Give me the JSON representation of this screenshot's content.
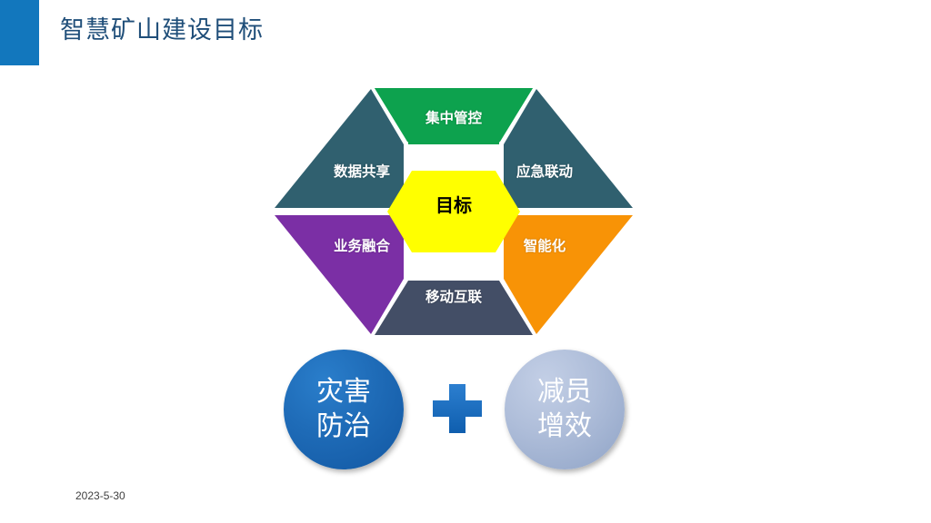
{
  "slide": {
    "title": "智慧矿山建设目标",
    "date": "2023-5-30",
    "accent_color": "#1277bd",
    "title_color": "#1F4E79",
    "background": "#ffffff"
  },
  "hex_diagram": {
    "center": {
      "label": "目标",
      "fill": "#FFFF00",
      "text_color": "#000000"
    },
    "segments": [
      {
        "id": "top",
        "label": "集中管控",
        "fill": "#0DA24E",
        "text_color": "#ffffff"
      },
      {
        "id": "top-right",
        "label": "应急联动",
        "fill": "#30606F",
        "text_color": "#ffffff"
      },
      {
        "id": "bot-right",
        "label": "智能化",
        "fill": "#F89306",
        "text_color": "#ffffff"
      },
      {
        "id": "bottom",
        "label": "移动互联",
        "fill": "#434E66",
        "text_color": "#ffffff"
      },
      {
        "id": "bot-left",
        "label": "业务融合",
        "fill": "#7B2FA5",
        "text_color": "#ffffff"
      },
      {
        "id": "top-left",
        "label": "数据共享",
        "fill": "#30606F",
        "text_color": "#ffffff"
      }
    ]
  },
  "outcomes": {
    "left": {
      "label": "灾害\n防治",
      "fill": "#1f6cb8",
      "text_color": "#ffffff"
    },
    "connector": {
      "icon": "plus-icon",
      "fill": "#1F6FC4"
    },
    "right": {
      "label": "减员\n增效",
      "fill": "#aebdd9",
      "text_color": "#ffffff"
    }
  }
}
